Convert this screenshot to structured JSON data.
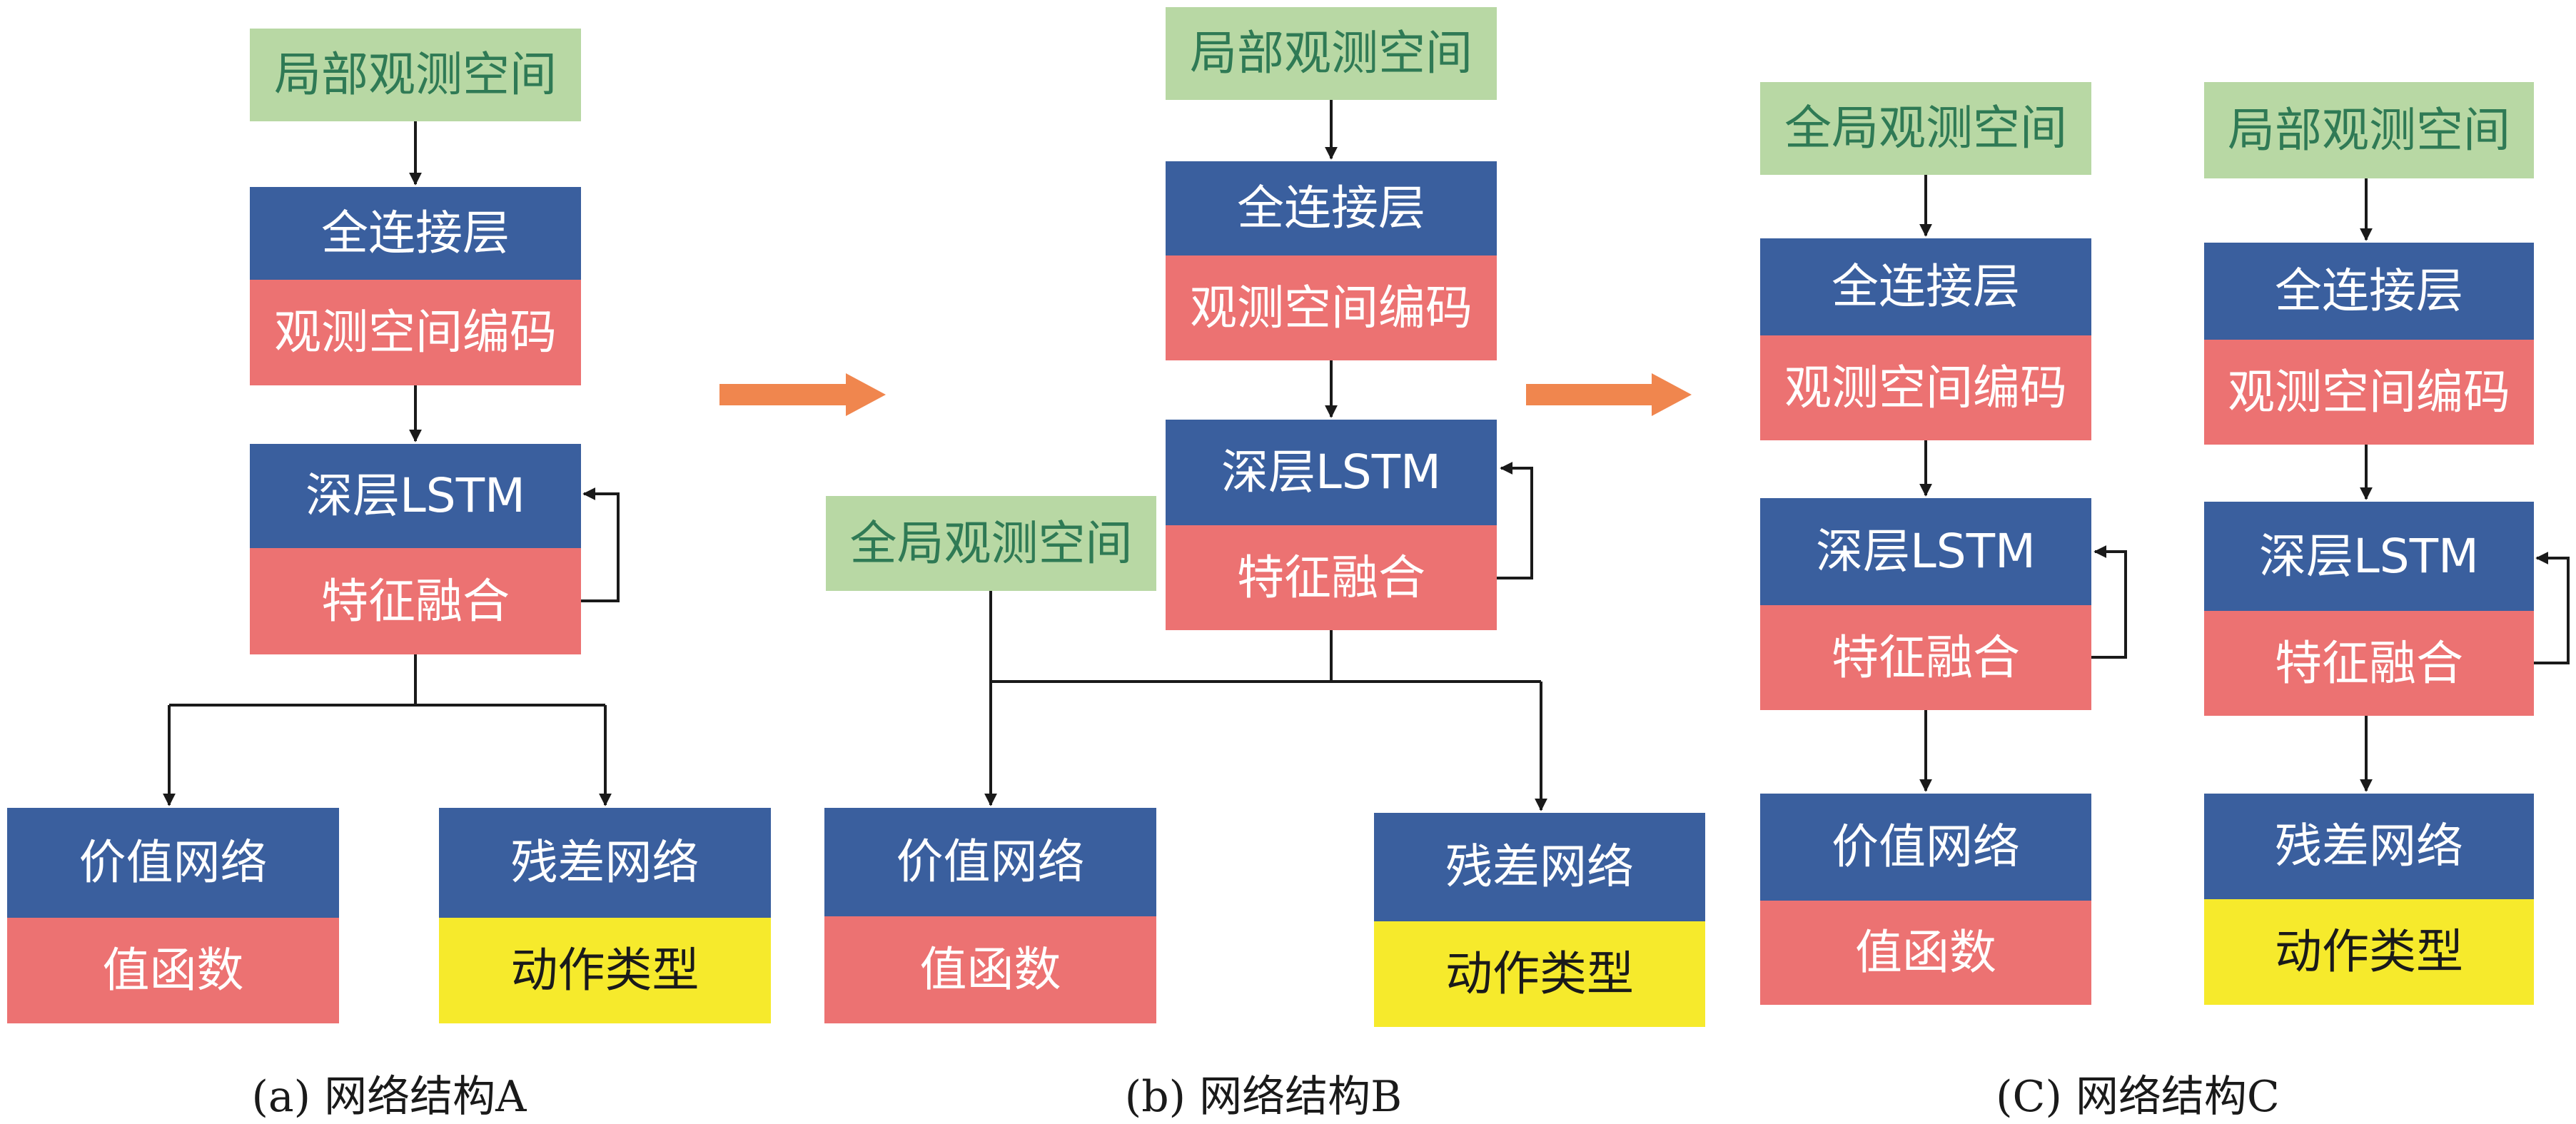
{
  "panels": {
    "a": {
      "local_obs": "局部观测空间",
      "fc": "全连接层",
      "encode": "观测空间编码",
      "lstm": "深层LSTM",
      "fusion": "特征融合",
      "value_net": "价值网络",
      "value_fn": "值函数",
      "residual_net": "残差网络",
      "action_type": "动作类型",
      "caption": "(a) 网络结构A"
    },
    "b": {
      "local_obs": "局部观测空间",
      "fc": "全连接层",
      "encode": "观测空间编码",
      "lstm": "深层LSTM",
      "fusion": "特征融合",
      "global_obs": "全局观测空间",
      "value_net": "价值网络",
      "value_fn": "值函数",
      "residual_net": "残差网络",
      "action_type": "动作类型",
      "caption": "(b) 网络结构B"
    },
    "c": {
      "left": {
        "global_obs": "全局观测空间",
        "fc": "全连接层",
        "encode": "观测空间编码",
        "lstm": "深层LSTM",
        "fusion": "特征融合",
        "value_net": "价值网络",
        "value_fn": "值函数"
      },
      "right": {
        "local_obs": "局部观测空间",
        "fc": "全连接层",
        "encode": "观测空间编码",
        "lstm": "深层LSTM",
        "fusion": "特征融合",
        "residual_net": "残差网络",
        "action_type": "动作类型"
      },
      "caption": "(C) 网络结构C"
    }
  },
  "colors": {
    "green_fill": "#b8d8a4",
    "green_text": "#2f7a55",
    "blue_fill": "#3a5f9e",
    "red_fill": "#ec7272",
    "yellow_fill": "#f6ea2c",
    "transition_arrow": "#f0864e",
    "connector": "#1a1a1a"
  }
}
